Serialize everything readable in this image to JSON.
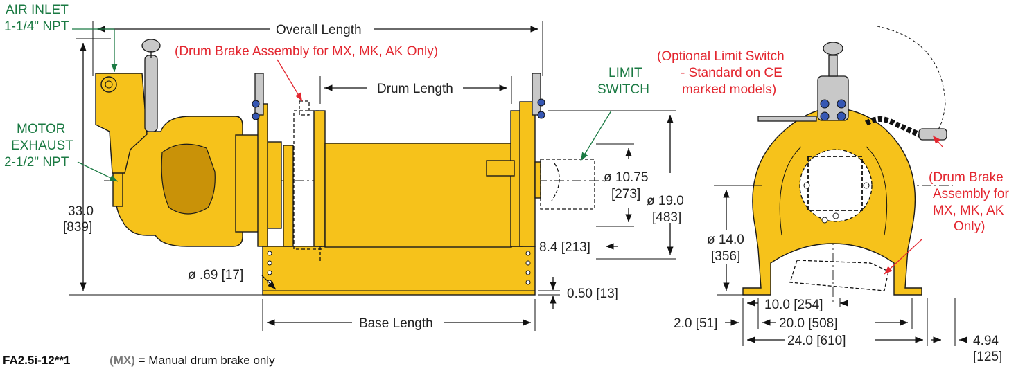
{
  "labels": {
    "overall_length": "Overall Length",
    "drum_length": "Drum Length",
    "base_length": "Base Length",
    "air_inlet_1": "AIR INLET",
    "air_inlet_2": "1-1/4\" NPT",
    "motor_exhaust_1": "MOTOR",
    "motor_exhaust_2": "EXHAUST",
    "motor_exhaust_3": "2-1/2\" NPT",
    "limit_switch_1": "LIMIT",
    "limit_switch_2": "SWITCH",
    "drum_brake_side": "(Drum Brake Assembly for MX, MK, AK Only)",
    "optional_limit_1": "(Optional Limit Switch",
    "optional_limit_2": "- Standard on CE",
    "optional_limit_3": "marked models)",
    "drum_brake_end_1": "(Drum Brake",
    "drum_brake_end_2": "Assembly for",
    "drum_brake_end_3": "MX, MK, AK",
    "drum_brake_end_4": "Only)"
  },
  "dimensions": {
    "height_in": "33.0",
    "height_mm": "[839]",
    "drum_dia_in": "ø 10.75",
    "drum_dia_mm": "[273]",
    "flange_dia_in": "ø 19.0",
    "flange_dia_mm": "[483]",
    "center_height": "8.4 [213]",
    "hole_dia": "ø .69 [17]",
    "base_thk": "0.50 [13]",
    "end_dia_in": "ø 14.0",
    "end_dia_mm": "[356]",
    "w10": "10.0 [254]",
    "w20": "20.0 [508]",
    "w24": "24.0 [610]",
    "w2": "2.0 [51]",
    "w494_in": "4.94",
    "w494_mm": "[125]"
  },
  "footer": {
    "model": "FA2.5i-12**1",
    "code": "(MX)",
    "desc": " = Manual drum brake only"
  },
  "colors": {
    "body": "#f6c21b",
    "red_text": "#e3262f",
    "green_text": "#1b7a43"
  }
}
